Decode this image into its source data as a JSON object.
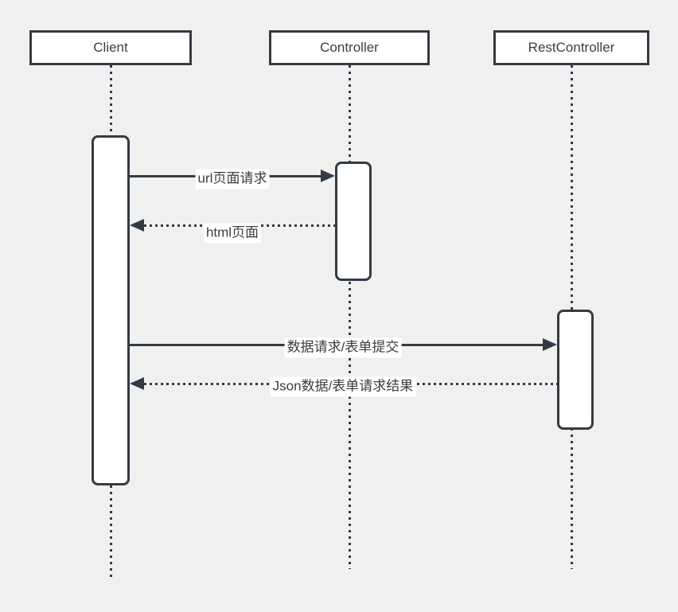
{
  "diagram": {
    "type": "sequence",
    "actors": [
      {
        "id": "client",
        "label": "Client"
      },
      {
        "id": "controller",
        "label": "Controller"
      },
      {
        "id": "restcontroller",
        "label": "RestController"
      }
    ],
    "messages": [
      {
        "from": "Client",
        "to": "Controller",
        "label": "url页面请求",
        "style": "solid"
      },
      {
        "from": "Controller",
        "to": "Client",
        "label": "html页面",
        "style": "dotted"
      },
      {
        "from": "Client",
        "to": "RestController",
        "label": "数据请求/表单提交",
        "style": "solid"
      },
      {
        "from": "RestController",
        "to": "Client",
        "label": "Json数据/表单请求结果",
        "style": "dotted"
      }
    ],
    "colors": {
      "background": "#f0f0f0",
      "shape_fill": "#ffffff",
      "stroke": "#333b44",
      "text": "#3d3d3d"
    }
  }
}
